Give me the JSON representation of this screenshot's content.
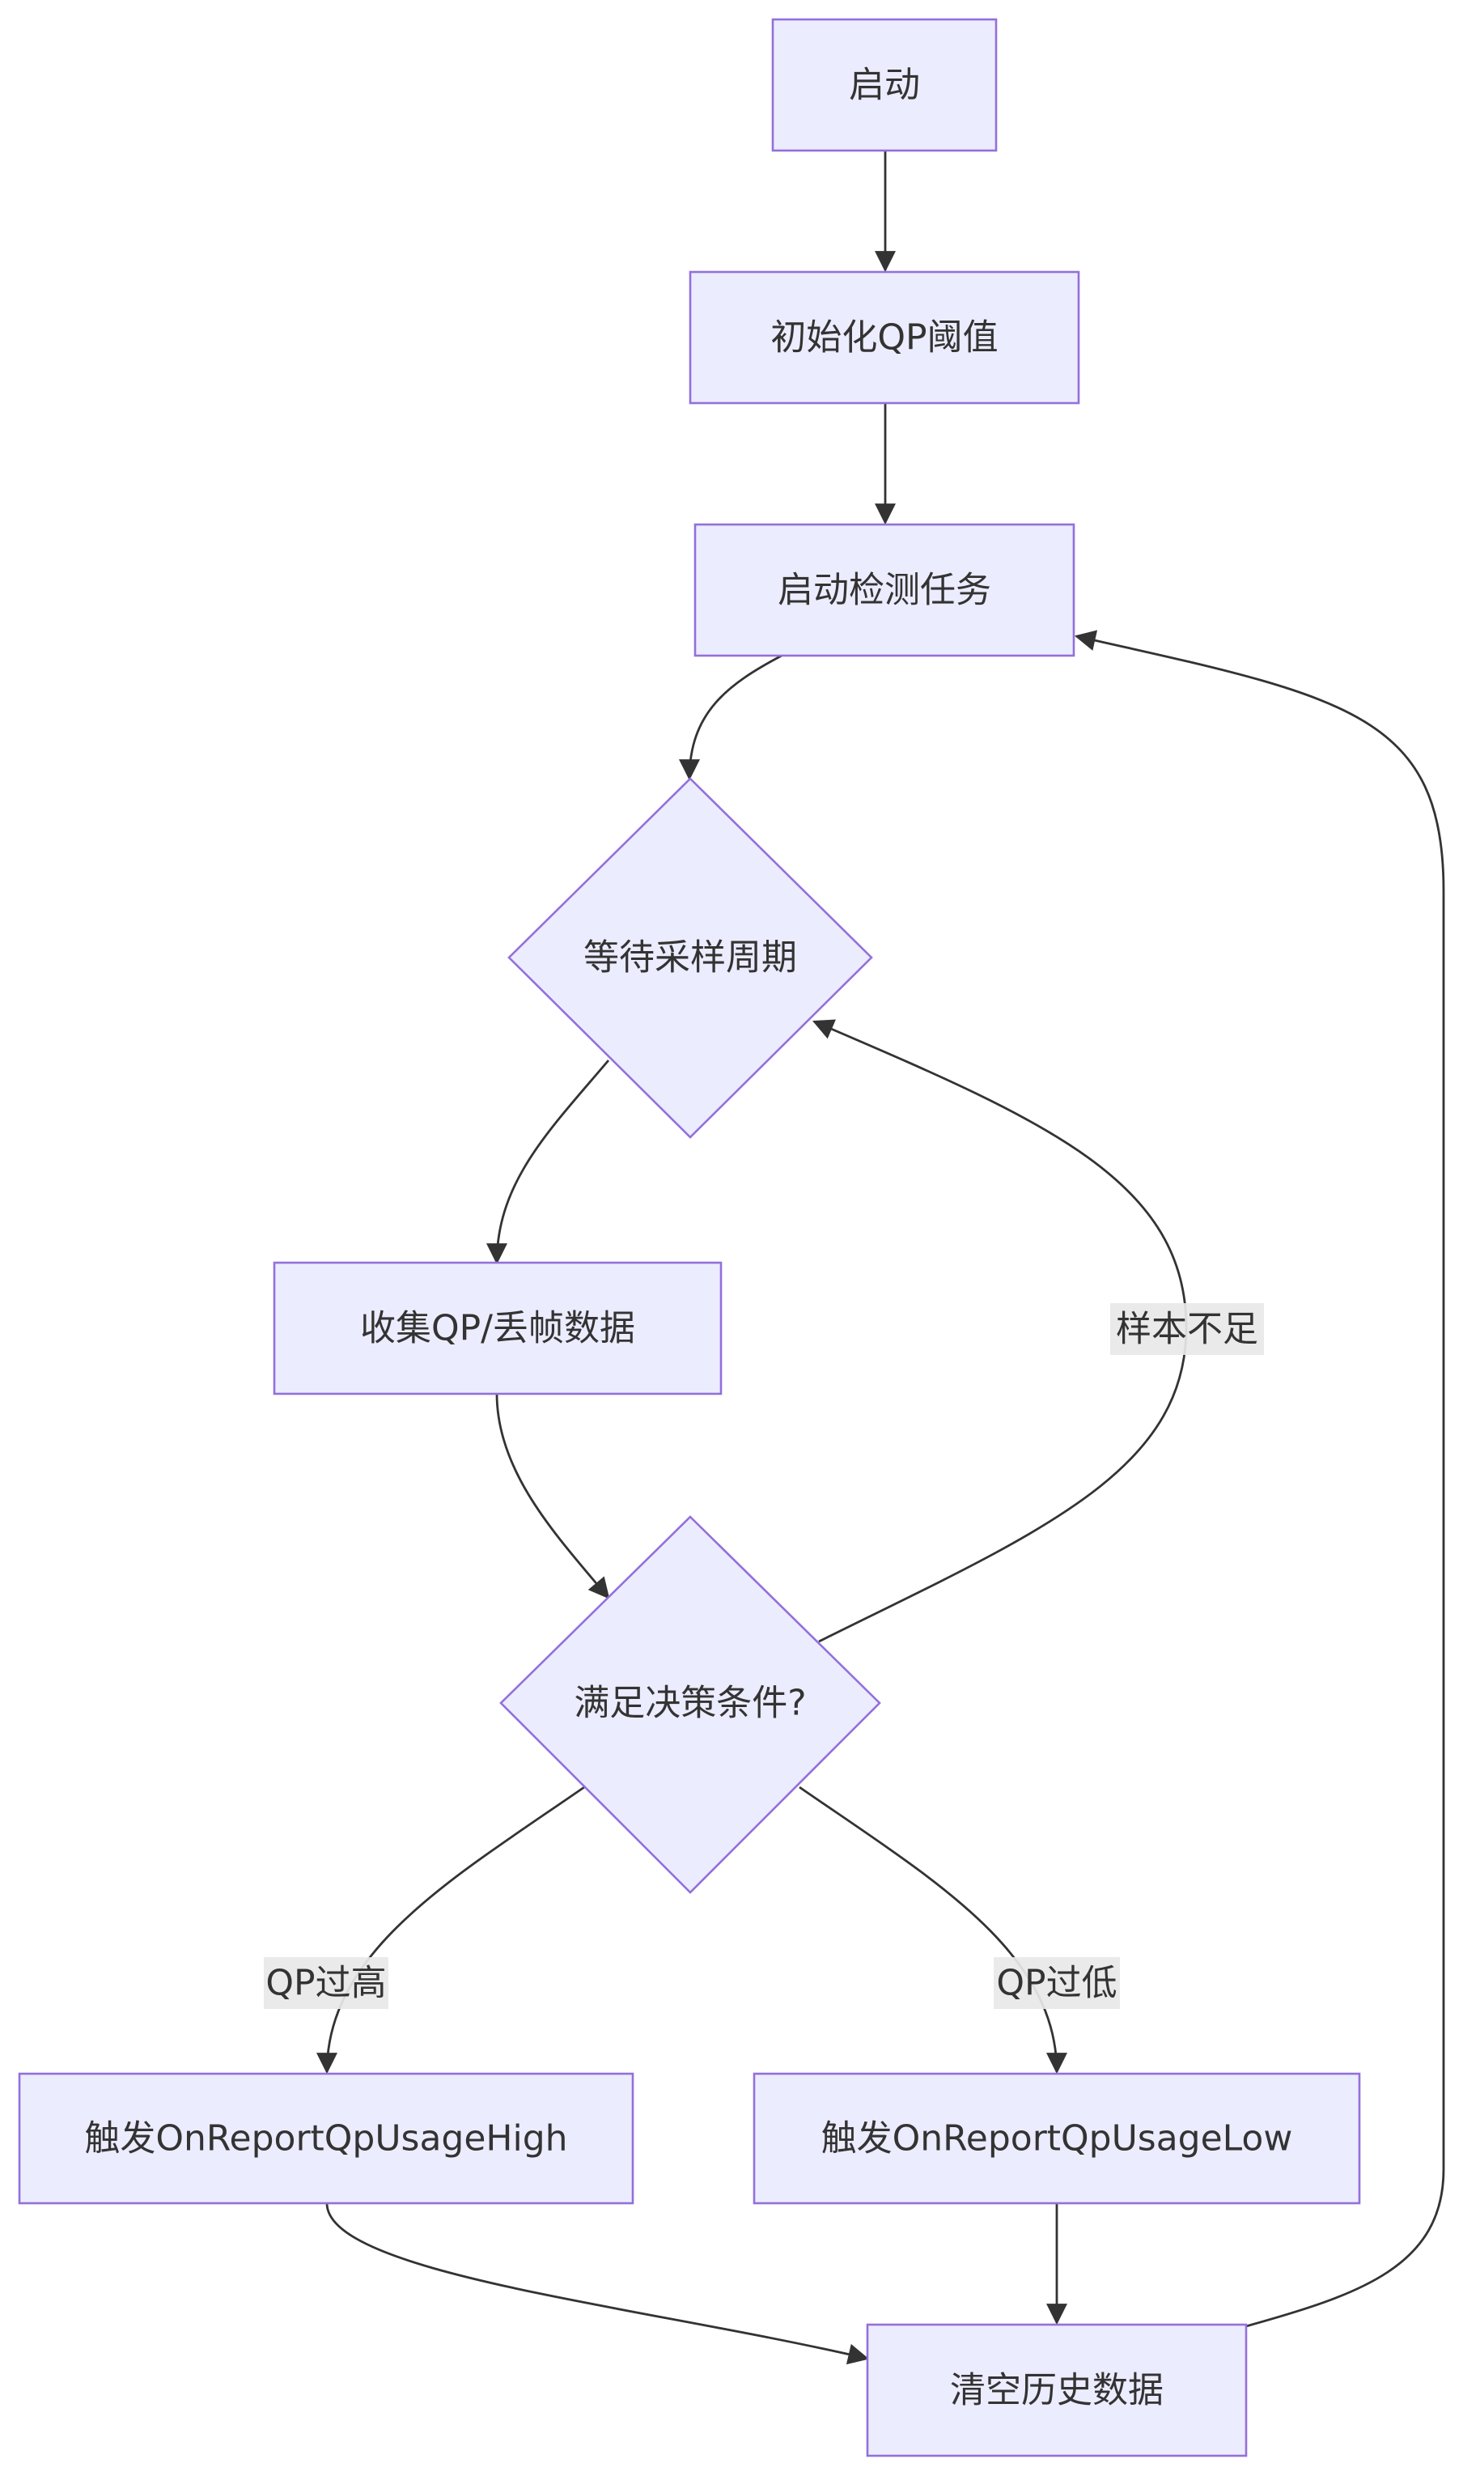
{
  "nodes": {
    "start": "启动",
    "init_qp": "初始化QP阈值",
    "start_detect": "启动检测任务",
    "wait_sample": "等待采样周期",
    "collect": "收集QP/丢帧数据",
    "decision": "满足决策条件?",
    "trigger_high": "触发OnReportQpUsageHigh",
    "trigger_low": "触发OnReportQpUsageLow",
    "clear_history": "清空历史数据"
  },
  "edge_labels": {
    "insufficient": "样本不足",
    "qp_high": "QP过高",
    "qp_low": "QP过低"
  },
  "colors": {
    "node_fill": "#ECECFF",
    "node_stroke": "#9370DB",
    "edge": "#333333",
    "text": "#333333",
    "label_bg": "#e8e8e8"
  }
}
